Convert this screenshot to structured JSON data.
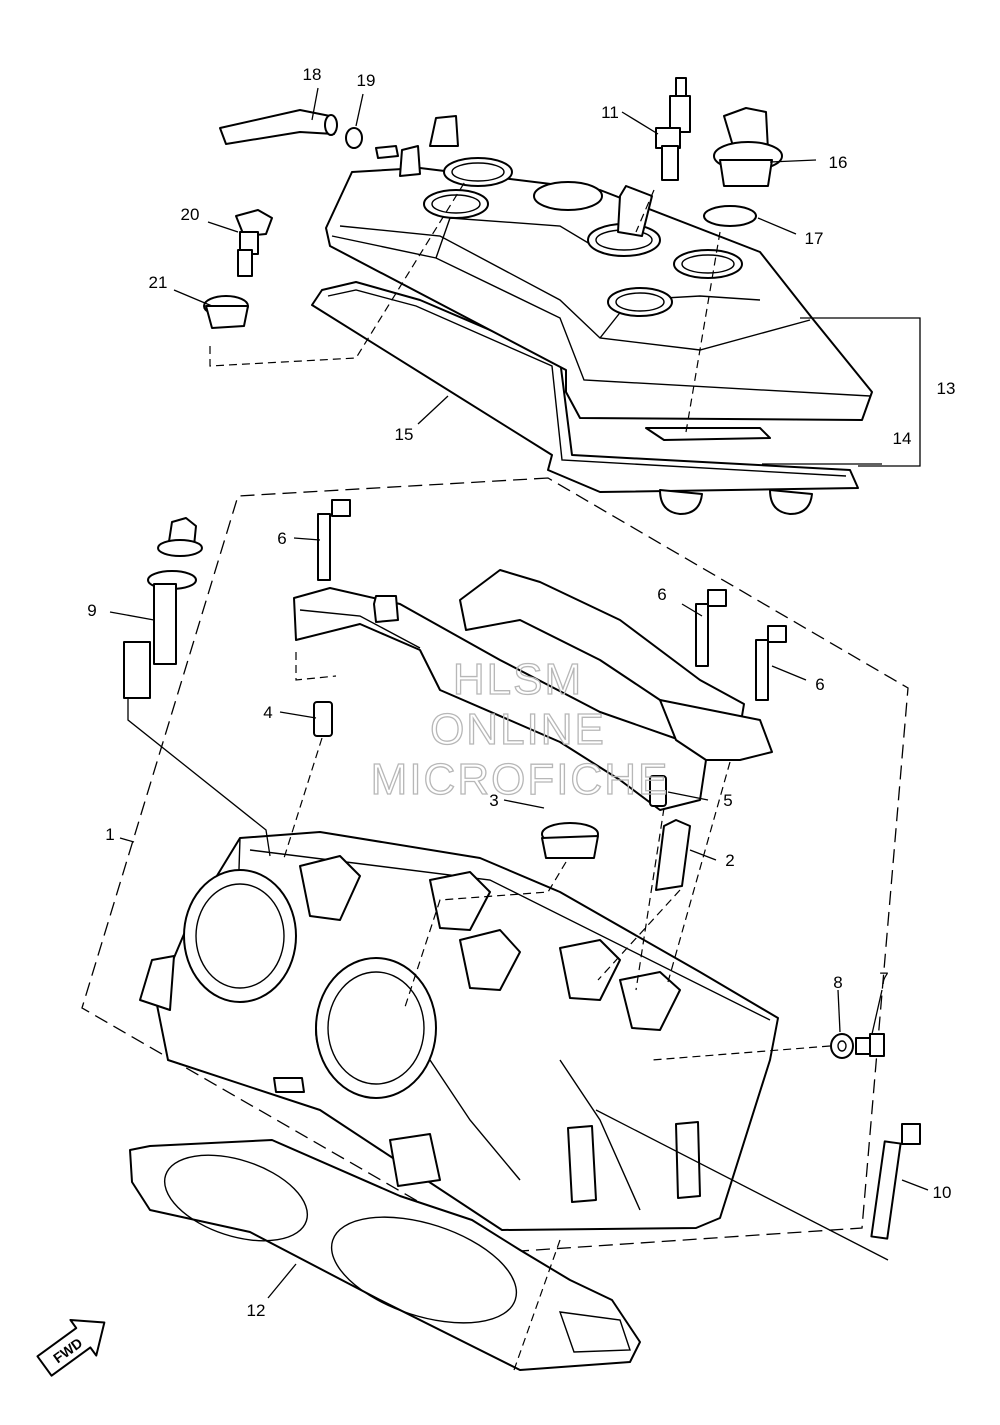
{
  "diagram": {
    "callouts": [
      {
        "id": "c1",
        "label": "1"
      },
      {
        "id": "c2",
        "label": "2"
      },
      {
        "id": "c3",
        "label": "3"
      },
      {
        "id": "c4",
        "label": "4"
      },
      {
        "id": "c5",
        "label": "5"
      },
      {
        "id": "c6a",
        "label": "6"
      },
      {
        "id": "c6b",
        "label": "6"
      },
      {
        "id": "c6c",
        "label": "6"
      },
      {
        "id": "c7",
        "label": "7"
      },
      {
        "id": "c8",
        "label": "8"
      },
      {
        "id": "c9",
        "label": "9"
      },
      {
        "id": "c10",
        "label": "10"
      },
      {
        "id": "c11",
        "label": "11"
      },
      {
        "id": "c12",
        "label": "12"
      },
      {
        "id": "c13",
        "label": "13"
      },
      {
        "id": "c14",
        "label": "14"
      },
      {
        "id": "c15",
        "label": "15"
      },
      {
        "id": "c16",
        "label": "16"
      },
      {
        "id": "c17",
        "label": "17"
      },
      {
        "id": "c18",
        "label": "18"
      },
      {
        "id": "c19",
        "label": "19"
      },
      {
        "id": "c20",
        "label": "20"
      },
      {
        "id": "c21",
        "label": "21"
      }
    ],
    "direction_badge": "FWD",
    "watermark": [
      "HLSM",
      "ONLINE",
      "MICROFICHE"
    ]
  }
}
